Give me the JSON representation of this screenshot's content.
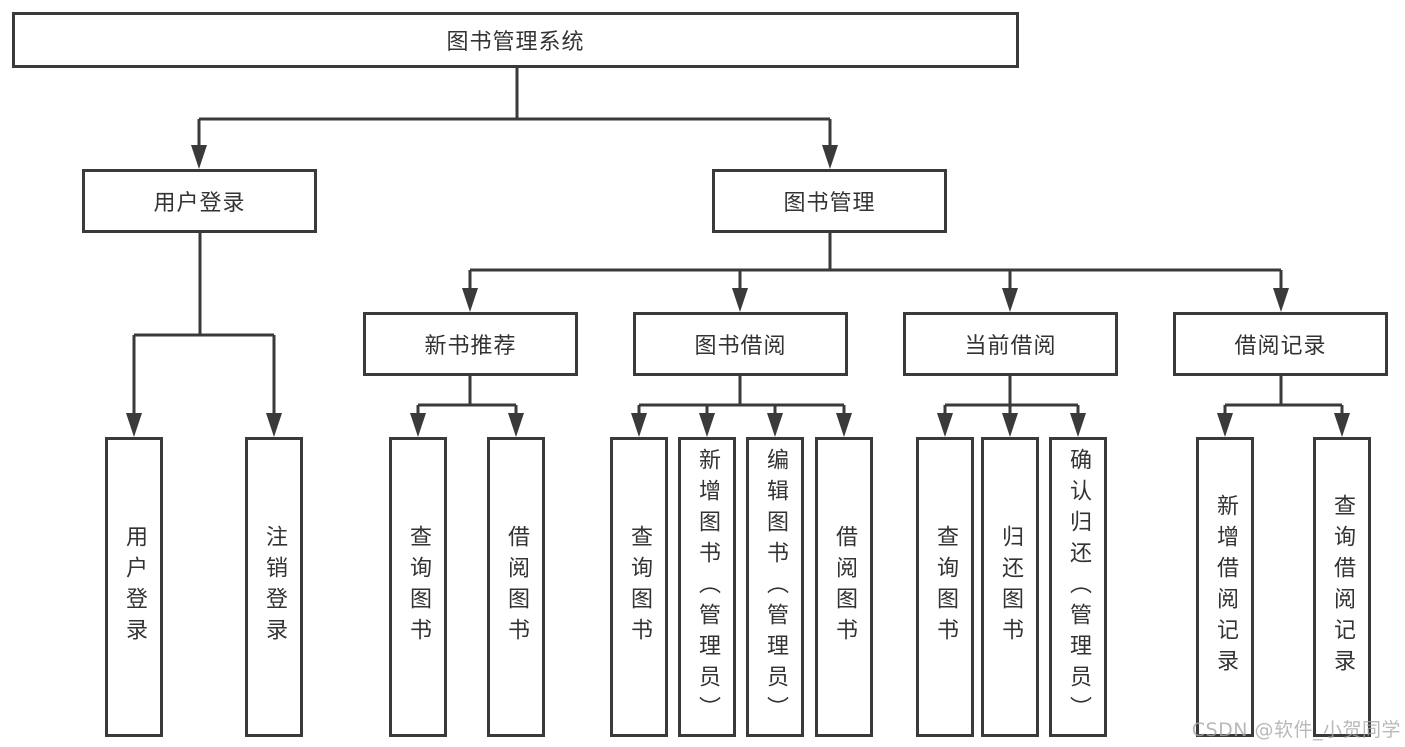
{
  "diagram": {
    "root": {
      "label": "图书管理系统"
    },
    "branches": [
      {
        "label": "用户登录",
        "children": [
          {
            "label": "用户登录"
          },
          {
            "label": "注销登录"
          }
        ]
      },
      {
        "label": "图书管理",
        "children": [
          {
            "label": "新书推荐",
            "children": [
              {
                "label": "查询图书"
              },
              {
                "label": "借阅图书"
              }
            ]
          },
          {
            "label": "图书借阅",
            "children": [
              {
                "label": "查询图书"
              },
              {
                "label": "新增图书（管理员）"
              },
              {
                "label": "编辑图书（管理员）"
              },
              {
                "label": "借阅图书"
              }
            ]
          },
          {
            "label": "当前借阅",
            "children": [
              {
                "label": "查询图书"
              },
              {
                "label": "归还图书"
              },
              {
                "label": "确认归还（管理员）"
              }
            ]
          },
          {
            "label": "借阅记录",
            "children": [
              {
                "label": "新增借阅记录"
              },
              {
                "label": "查询借阅记录"
              }
            ]
          }
        ]
      }
    ]
  },
  "watermark": {
    "text": "CSDN @软件_小贺同学"
  },
  "colors": {
    "line": "#3a3a3a",
    "text": "#333333",
    "background": "#ffffff",
    "watermark": "#a8a8a8"
  }
}
